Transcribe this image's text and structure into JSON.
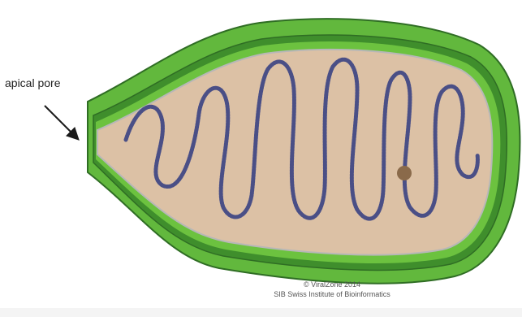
{
  "labels": {
    "apical_pore": "apical pore"
  },
  "credit": {
    "line1": "© ViralZone 2014",
    "line2": "SIB Swiss Institute of Bioinformatics"
  },
  "colors": {
    "outer_wall": "#62b83d",
    "inner_wall": "#3f8e2c",
    "capsid_fill": "#dcc1a5",
    "genome": "#4a4f86",
    "dot": "#8a6a4a",
    "arrow": "#1a1a1a"
  },
  "icons": {
    "arrow": "arrow-icon"
  }
}
